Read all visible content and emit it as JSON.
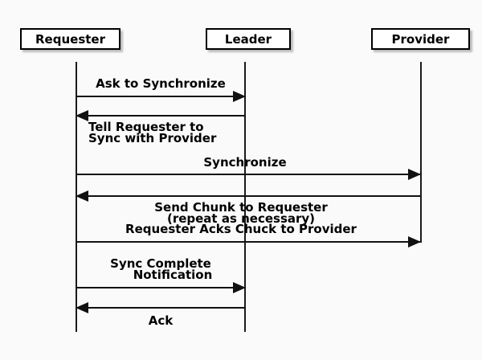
{
  "diagram": {
    "type": "sequence-diagram",
    "colors": {
      "background": "#fafafa",
      "line": "#111111",
      "box_fill": "#ffffff",
      "box_border": "#000000"
    },
    "actors": [
      {
        "label": "Requester"
      },
      {
        "label": "Leader"
      },
      {
        "label": "Provider"
      }
    ],
    "messages": [
      {
        "from": "Requester",
        "to": "Leader",
        "direction": "right",
        "lines": [
          "Ask to Synchronize"
        ]
      },
      {
        "from": "Leader",
        "to": "Requester",
        "direction": "left",
        "lines": [
          "Tell Requester to",
          "Sync with Provider"
        ]
      },
      {
        "from": "Requester",
        "to": "Provider",
        "direction": "right",
        "lines": [
          "Synchronize"
        ]
      },
      {
        "from": "Provider",
        "to": "Requester",
        "direction": "left",
        "lines": [
          "Send Chunk to Requester",
          "(repeat as necessary)",
          "Requester Acks Chuck to Provider"
        ]
      },
      {
        "from": "Requester",
        "to": "Provider",
        "direction": "right",
        "lines": []
      },
      {
        "from": "Requester",
        "to": "Leader",
        "direction": "right",
        "lines": [
          "Sync Complete",
          "Notification"
        ]
      },
      {
        "from": "Leader",
        "to": "Requester",
        "direction": "left",
        "lines": [
          "Ack"
        ]
      }
    ]
  }
}
